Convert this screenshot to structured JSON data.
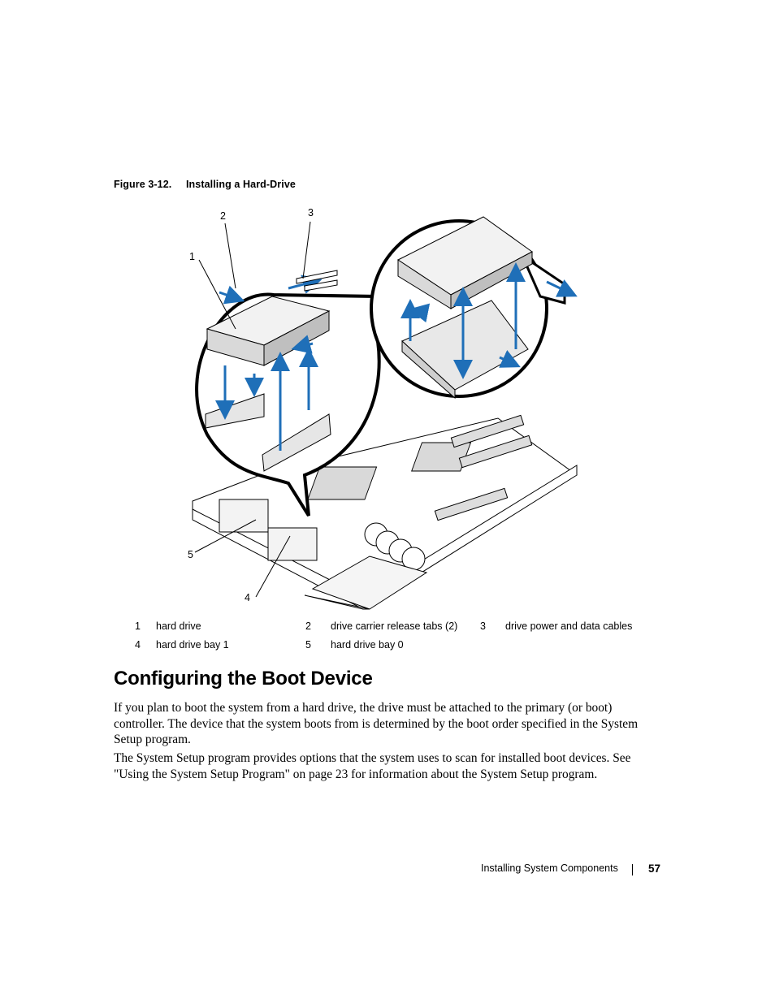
{
  "figure": {
    "number": "Figure 3-12.",
    "title": "Installing a Hard-Drive",
    "callouts": [
      "1",
      "2",
      "3",
      "4",
      "5"
    ]
  },
  "legend": [
    [
      {
        "num": "1",
        "text": "hard drive"
      },
      {
        "num": "2",
        "text": "drive carrier release tabs (2)"
      },
      {
        "num": "3",
        "text": "drive power and data cables"
      }
    ],
    [
      {
        "num": "4",
        "text": "hard drive bay 1"
      },
      {
        "num": "5",
        "text": "hard drive bay 0"
      }
    ]
  ],
  "section": {
    "heading": "Configuring the Boot Device",
    "paragraphs": [
      "If you plan to boot the system from a hard drive, the drive must be attached to the primary (or boot) controller. The device that the system boots from is determined by the boot order specified in the System Setup program.",
      "The System Setup program provides options that the system uses to scan for installed boot devices. See \"Using the System Setup Program\" on page 23 for information about the System Setup program."
    ]
  },
  "footer": {
    "chapter": "Installing System Components",
    "page": "57"
  },
  "colors": {
    "arrow": "#1f6fb8",
    "line": "#000000",
    "shade": "#d9d9d9"
  }
}
